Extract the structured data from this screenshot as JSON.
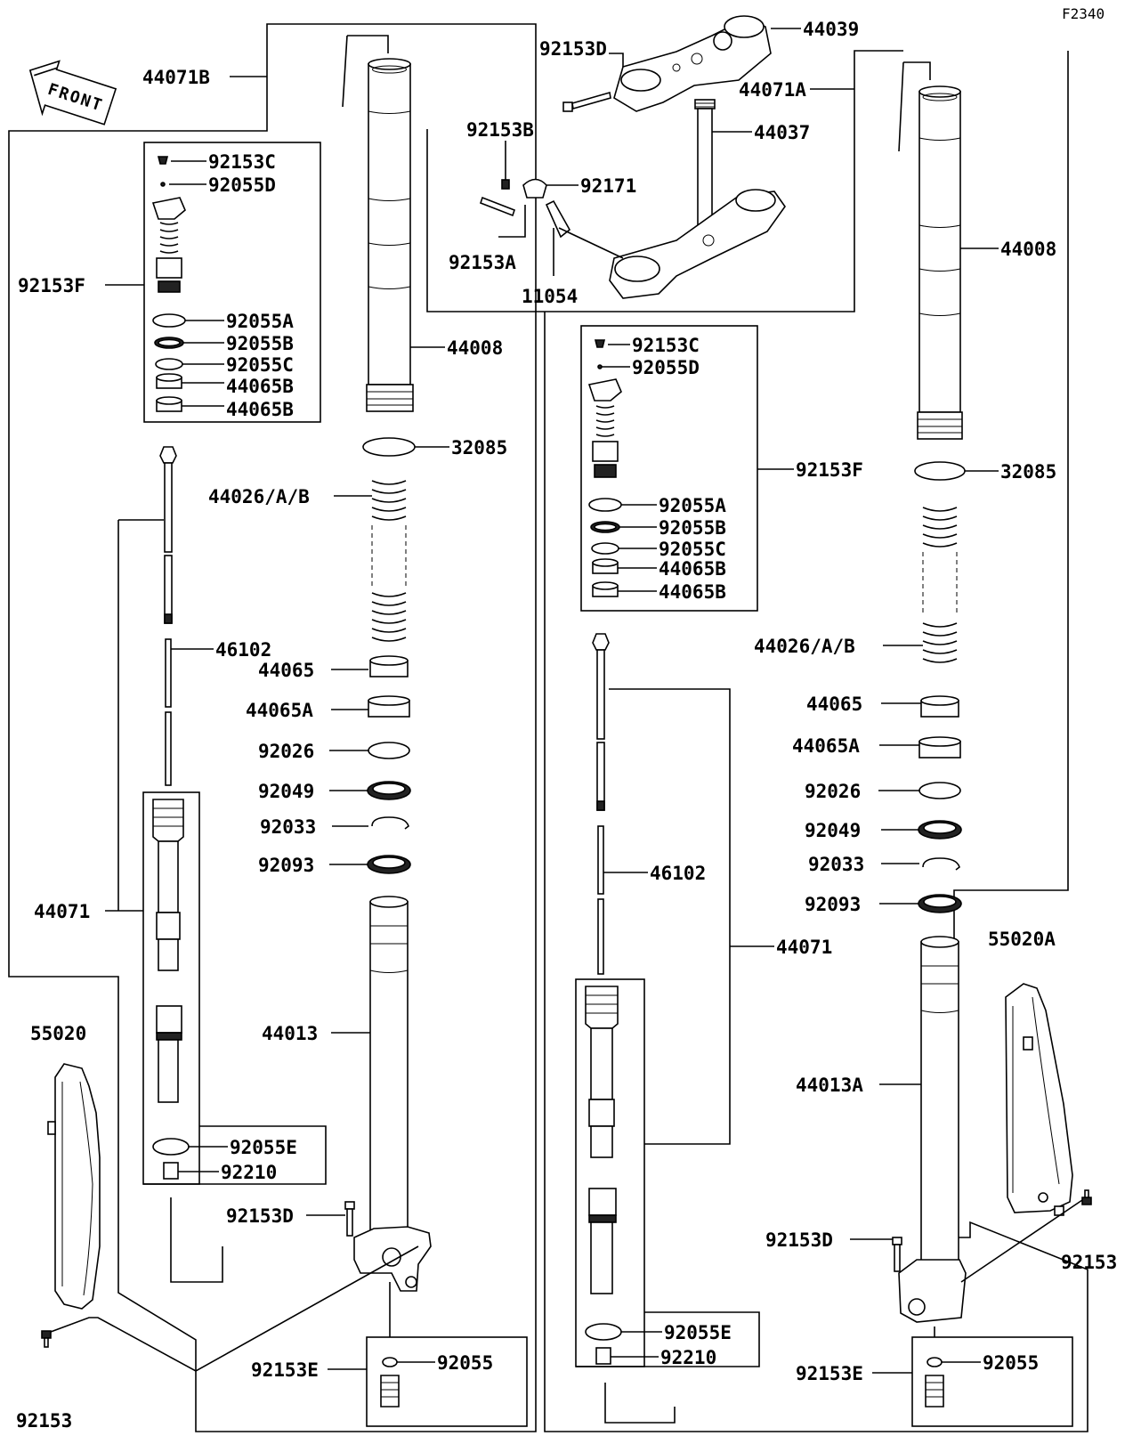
{
  "diagram_code": "F2340",
  "front_label": "FRONT",
  "labels": {
    "l44071B": "44071B",
    "l92153C_l": "92153C",
    "l92055D_l": "92055D",
    "l92153F_l": "92153F",
    "l92055A_l": "92055A",
    "l92055B_l": "92055B",
    "l92055C_l": "92055C",
    "l44065B1_l": "44065B",
    "l44065B2_l": "44065B",
    "l44008_l": "44008",
    "l32085_l": "32085",
    "l44026_l": "44026/A/B",
    "l46102_l": "46102",
    "l44065_l": "44065",
    "l44065A_l": "44065A",
    "l92026_l": "92026",
    "l92049_l": "92049",
    "l92033_l": "92033",
    "l92093_l": "92093",
    "l44071_l": "44071",
    "l44013": "44013",
    "l55020": "55020",
    "l92055E_l": "92055E",
    "l92210_l": "92210",
    "l92153D_l": "92153D",
    "l92153E_l": "92153E",
    "l92055_l": "92055",
    "l92153_l": "92153",
    "l92153D_top": "92153D",
    "l44039": "44039",
    "l44071A": "44071A",
    "l44037": "44037",
    "l92153B": "92153B",
    "l92171": "92171",
    "l92153A": "92153A",
    "l11054": "11054",
    "l44008_r": "44008",
    "l92153C_r": "92153C",
    "l92055D_r": "92055D",
    "l92153F_r": "92153F",
    "l32085_r": "32085",
    "l92055A_r": "92055A",
    "l92055B_r": "92055B",
    "l92055C_r": "92055C",
    "l44065B1_r": "44065B",
    "l44065B2_r": "44065B",
    "l44026_r": "44026/A/B",
    "l44065_r": "44065",
    "l44065A_r": "44065A",
    "l92026_r": "92026",
    "l92049_r": "92049",
    "l92033_r": "92033",
    "l46102_r": "46102",
    "l92093_r": "92093",
    "l44071_r": "44071",
    "l55020A": "55020A",
    "l44013A": "44013A",
    "l92153D_r": "92153D",
    "l92153_r": "92153",
    "l92055E_r": "92055E",
    "l92210_r": "92210",
    "l92055_r": "92055",
    "l92153E_r": "92153E"
  }
}
